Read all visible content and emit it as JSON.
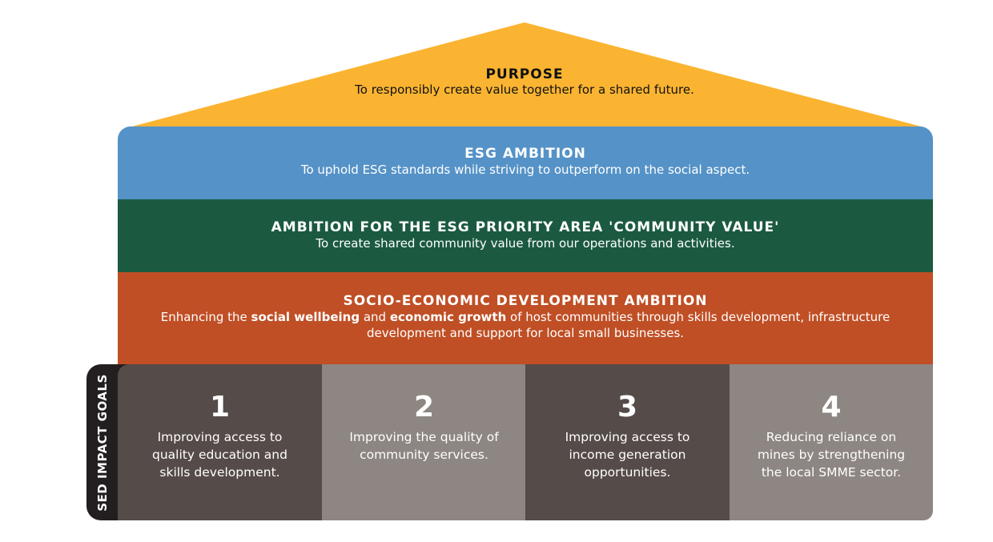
{
  "purpose": {
    "title": "PURPOSE",
    "text": "To responsibly create value together for a shared future."
  },
  "esg_ambition": {
    "title": "ESG AMBITION",
    "text": "To uphold ESG standards while striving to outperform on the social aspect."
  },
  "priority_area": {
    "title": "AMBITION FOR THE ESG PRIORITY AREA 'COMMUNITY VALUE'",
    "text": "To create shared community value from our operations and activities."
  },
  "sed_ambition": {
    "title": "SOCIO-ECONOMIC DEVELOPMENT AMBITION",
    "text_1": "Enhancing the ",
    "bold_1": "social wellbeing",
    "text_2": " and ",
    "bold_2": "economic growth",
    "text_3": " of host communities through skills development, infrastructure development and support for local small businesses."
  },
  "goals_label": "SED IMPACT GOALS",
  "goals": [
    {
      "number": "1",
      "text": "Improving access to quality education and skills development."
    },
    {
      "number": "2",
      "text": "Improving the quality of community services."
    },
    {
      "number": "3",
      "text": "Improving access to income generation opportunities."
    },
    {
      "number": "4",
      "text": "Reducing reliance on mines by strengthening the local SMME sector."
    }
  ],
  "colors": {
    "roof": "#fbb431",
    "blue": "#5592c7",
    "green": "#1b5a41",
    "orange": "#c04f25",
    "dark": "#554b48",
    "light": "#8d8682"
  }
}
